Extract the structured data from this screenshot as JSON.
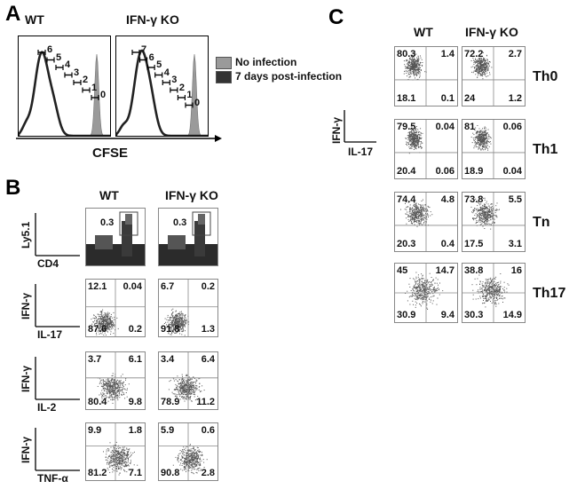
{
  "panelA": {
    "label": "A",
    "wt": "WT",
    "ko": "IFN-γ KO",
    "xaxis": "CFSE",
    "legend": [
      {
        "text": "No infection",
        "color": "#9a9a9a"
      },
      {
        "text": "7 days post-infection",
        "color": "#333333"
      }
    ],
    "gates_wt": [
      "6",
      "5",
      "4",
      "3",
      "2",
      "1",
      "0"
    ],
    "gates_ko": [
      "7",
      "6",
      "5",
      "4",
      "3",
      "2",
      "1",
      "0"
    ]
  },
  "panelB": {
    "label": "B",
    "wt": "WT",
    "ko": "IFN-γ KO",
    "rows": [
      {
        "y": "Ly5.1",
        "x": "CD4",
        "type": "gate",
        "wt": {
          "gate": "0.3"
        },
        "ko": {
          "gate": "0.3"
        }
      },
      {
        "y": "IFN-γ",
        "x": "IL-17",
        "type": "quad",
        "wt": {
          "tl": "12.1",
          "tr": "0.04",
          "bl": "87.6",
          "br": "0.2"
        },
        "ko": {
          "tl": "6.7",
          "tr": "0.2",
          "bl": "91.8",
          "br": "1.3"
        }
      },
      {
        "y": "IFN-γ",
        "x": "IL-2",
        "type": "quad",
        "wt": {
          "tl": "3.7",
          "tr": "6.1",
          "bl": "80.4",
          "br": "9.8"
        },
        "ko": {
          "tl": "3.4",
          "tr": "6.4",
          "bl": "78.9",
          "br": "11.2"
        }
      },
      {
        "y": "IFN-γ",
        "x": "TNF-α",
        "type": "quad",
        "wt": {
          "tl": "9.9",
          "tr": "1.8",
          "bl": "81.2",
          "br": "7.1"
        },
        "ko": {
          "tl": "5.9",
          "tr": "0.6",
          "bl": "90.8",
          "br": "2.8"
        }
      }
    ]
  },
  "panelC": {
    "label": "C",
    "wt": "WT",
    "ko": "IFN-γ KO",
    "yaxis": "IFN-γ",
    "xaxis": "IL-17",
    "rows": [
      {
        "name": "Th0",
        "wt": {
          "tl": "80.3",
          "tr": "1.4",
          "bl": "18.1",
          "br": "0.1"
        },
        "ko": {
          "tl": "72.2",
          "tr": "2.7",
          "bl": "24",
          "br": "1.2"
        }
      },
      {
        "name": "Th1",
        "wt": {
          "tl": "79.5",
          "tr": "0.04",
          "bl": "20.4",
          "br": "0.06"
        },
        "ko": {
          "tl": "81",
          "tr": "0.06",
          "bl": "18.9",
          "br": "0.04"
        }
      },
      {
        "name": "Tn",
        "wt": {
          "tl": "74.4",
          "tr": "4.8",
          "bl": "20.3",
          "br": "0.4"
        },
        "ko": {
          "tl": "73.8",
          "tr": "5.5",
          "bl": "17.5",
          "br": "3.1"
        }
      },
      {
        "name": "Th17",
        "wt": {
          "tl": "45",
          "tr": "14.7",
          "bl": "30.9",
          "br": "9.4"
        },
        "ko": {
          "tl": "38.8",
          "tr": "16",
          "bl": "30.3",
          "br": "14.9"
        }
      }
    ]
  }
}
